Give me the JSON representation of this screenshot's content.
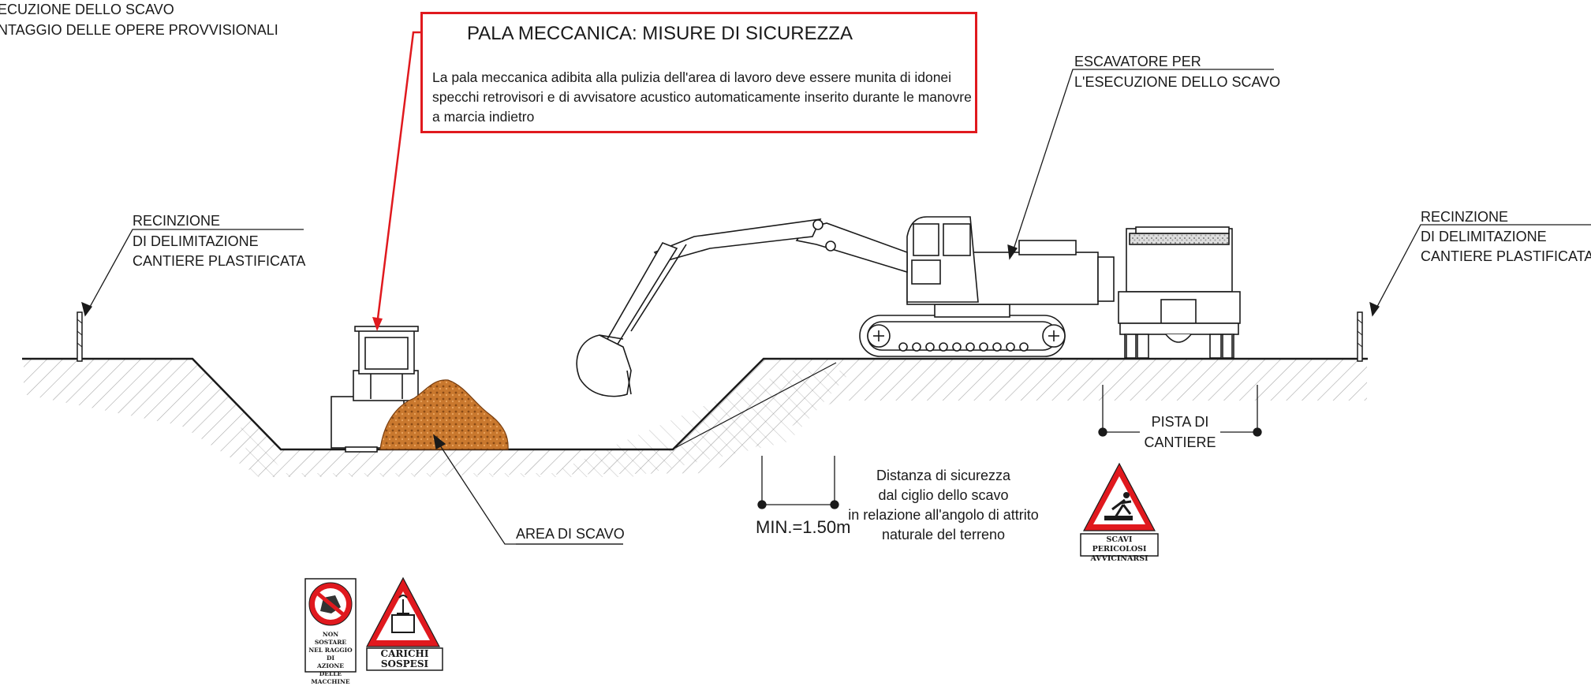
{
  "header_fragment": {
    "line1": "ECUZIONE DELLO SCAVO",
    "line2": "NTAGGIO DELLE OPERE PROVVISIONALI"
  },
  "callout": {
    "title": "PALA MECCANICA: MISURE DI SICUREZZA",
    "body": [
      "La pala meccanica adibita alla pulizia dell'area di lavoro deve essere munita di idonei",
      "specchi retrovisori e di avvisatore acustico automaticamente inserito durante le manovre",
      "a marcia indietro"
    ],
    "border_color": "#e0191e"
  },
  "labels": {
    "excavator": [
      "ESCAVATORE PER",
      "L'ESECUZIONE DELLO SCAVO"
    ],
    "fence_left": [
      "RECINZIONE",
      "DI DELIMITAZIONE",
      "CANTIERE PLASTIFICATA"
    ],
    "fence_right": [
      "RECINZIONE",
      "DI DELIMITAZIONE",
      "CANTIERE PLASTIFICATA"
    ],
    "work_area": "AREA DI SCAVO",
    "pista": [
      "PISTA DI",
      "CANTIERE"
    ],
    "min_distance": "MIN.=1.50m",
    "safety_distance": [
      "Distanza di sicurezza",
      "dal ciglio dello scavo",
      "in relazione all'angolo di attrito",
      "naturale del terreno"
    ]
  },
  "signs": {
    "no_stop": [
      "NON SOSTARE",
      "NEL RAGGIO DI",
      "AZIONE DELLE",
      "MACCHINE"
    ],
    "suspended_loads": [
      "CARICHI",
      "SOSPESI"
    ],
    "dangerous_excavation": [
      "SCAVI PERICOLOSI",
      "AVVICINARSI"
    ]
  },
  "colors": {
    "line": "#1a1a1a",
    "warning_red": "#e0191e",
    "soil_pile": "#c9782e"
  },
  "icons": [
    "excavator-icon",
    "wheel-loader-icon",
    "dump-truck-icon",
    "fence-post-icon",
    "no-stopping-sign-icon",
    "suspended-loads-sign-icon",
    "excavation-danger-sign-icon"
  ]
}
